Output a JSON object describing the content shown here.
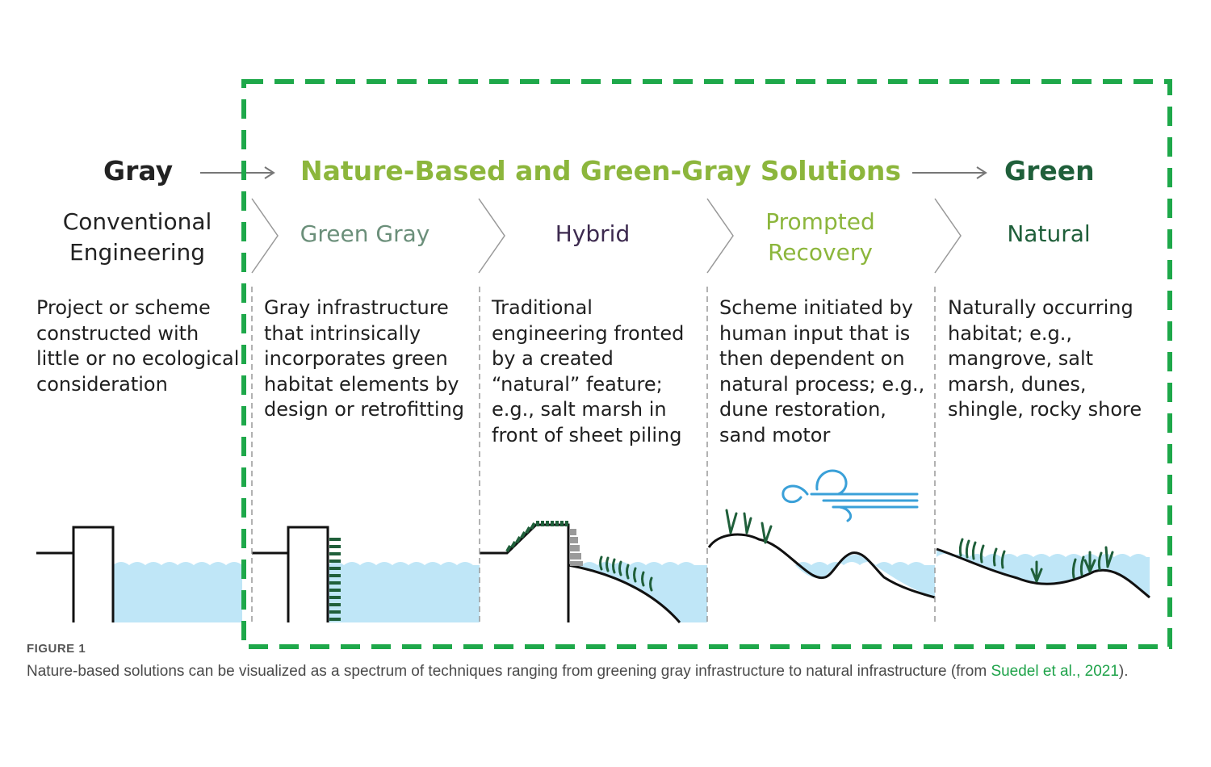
{
  "headers": {
    "gray": "Gray",
    "middle": "Nature-Based and Green-Gray Solutions",
    "green": "Green"
  },
  "columns": [
    {
      "title_lines": [
        "Conventional",
        "Engineering"
      ],
      "desc_lines": [
        "Project or scheme",
        "constructed with",
        "little or no ecological",
        "consideration"
      ]
    },
    {
      "title_lines": [
        "Green Gray"
      ],
      "desc_lines": [
        "Gray infrastructure",
        "that intrinsically",
        "incorporates green",
        "habitat elements by",
        "design or retrofitting"
      ]
    },
    {
      "title_lines": [
        "Hybrid"
      ],
      "desc_lines": [
        "Traditional",
        "engineering fronted",
        "by a created",
        "“natural” feature;",
        "e.g., salt marsh in",
        "front of sheet piling"
      ]
    },
    {
      "title_lines": [
        "Prompted",
        "Recovery"
      ],
      "desc_lines": [
        "Scheme initiated by",
        "human input that is",
        "then dependent on",
        "natural process; e.g.,",
        "dune restoration,",
        "sand motor"
      ]
    },
    {
      "title_lines": [
        "Natural"
      ],
      "desc_lines": [
        "Naturally occurring",
        "habitat; e.g.,",
        "mangrove, salt",
        "marsh, dunes,",
        "shingle, rocky shore"
      ]
    }
  ],
  "colors": {
    "gray_header": "#222222",
    "middle_header": "#8cb63c",
    "green_header": "#1f5f3a",
    "green_gray_title": "#6b8f7a",
    "hybrid_title": "#3d2a4f",
    "prompted_title": "#8cb63c",
    "natural_title": "#1f5f3a",
    "water": "#bfe6f7",
    "vegetation": "#1f5f3a",
    "highlight_box": "#1ea84a",
    "wind": "#3aa0d8"
  },
  "caption": {
    "label": "FIGURE 1",
    "text": "Nature-based solutions can be visualized as a spectrum of techniques ranging from greening gray infrastructure to natural infrastructure (from ",
    "link": "Suedel et al., 2021",
    "end": ")."
  }
}
